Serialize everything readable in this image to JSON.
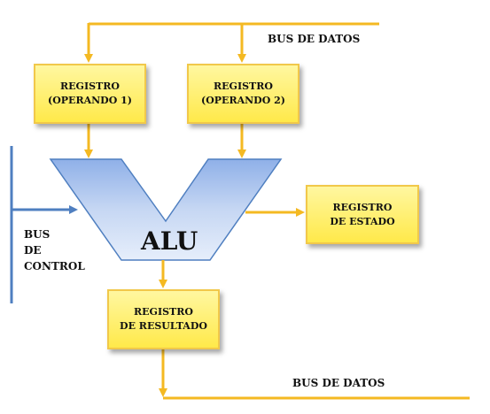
{
  "diagram": {
    "bus_datos_top": "BUS DE DATOS",
    "bus_datos_bottom": "BUS DE DATOS",
    "bus_control": [
      "BUS",
      "DE",
      "CONTROL"
    ],
    "registro_op1": [
      "REGISTRO",
      "(OPERANDO 1)"
    ],
    "registro_op2": [
      "REGISTRO",
      "(OPERANDO 2)"
    ],
    "registro_estado": [
      "REGISTRO",
      "DE ESTADO"
    ],
    "registro_resultado": [
      "REGISTRO",
      "DE RESULTADO"
    ],
    "alu": "ALU"
  },
  "colors": {
    "bus_line": "#f4b922",
    "control_line": "#4f7fc0",
    "box_border": "#f1c84a",
    "alu_fill": "#b8cdf0"
  }
}
